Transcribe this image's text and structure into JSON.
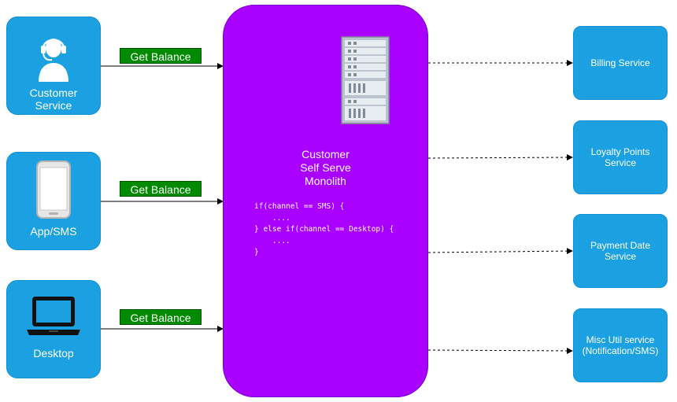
{
  "clients": [
    {
      "label": "Customer\nService",
      "icon": "customer-service-agent-icon"
    },
    {
      "label": "App/SMS",
      "icon": "smartphone-icon"
    },
    {
      "label": "Desktop",
      "icon": "laptop-icon"
    }
  ],
  "request_labels": [
    "Get Balance",
    "Get Balance",
    "Get Balance"
  ],
  "monolith": {
    "title": "Customer\nSelf Serve\nMonolith",
    "icon": "server-rack-icon",
    "code": "if(channel == SMS) {\n    ....\n} else if(channel == Desktop) {\n    ....\n}"
  },
  "services": [
    {
      "label": "Billing Service"
    },
    {
      "label": "Loyalty Points\nService"
    },
    {
      "label": "Payment Date\nService"
    },
    {
      "label": "Misc Util service\n(Notification/SMS)"
    }
  ],
  "colors": {
    "client_fill": "#1ba1e2",
    "monolith_fill": "#aa00ff",
    "request_label_fill": "#008a00",
    "service_fill": "#1ba1e2"
  }
}
